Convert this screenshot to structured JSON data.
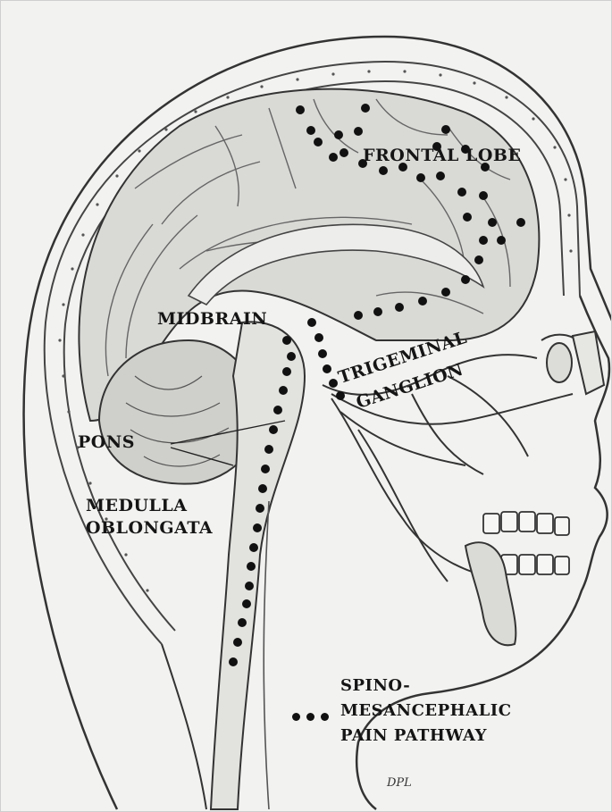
{
  "labels": {
    "frontal_lobe": "FRONTAL LOBE",
    "midbrain": "MIDBRAIN",
    "trigeminal_1": "TRIGEMINAL",
    "trigeminal_2": "GANGLION",
    "pons": "PONS",
    "medulla_1": "MEDULLA",
    "medulla_2": "OBLONGATA"
  },
  "legend": {
    "line1": "SPINO-",
    "line2": "MESANCEPHALIC",
    "line3": "PAIN PATHWAY"
  },
  "signature": "DPL",
  "colors": {
    "ink": "#151515",
    "paper": "#f2f2f0",
    "brain_fill": "#d9d9d6",
    "cerebellum_fill": "#cfcfcb",
    "dot": "#111111"
  }
}
